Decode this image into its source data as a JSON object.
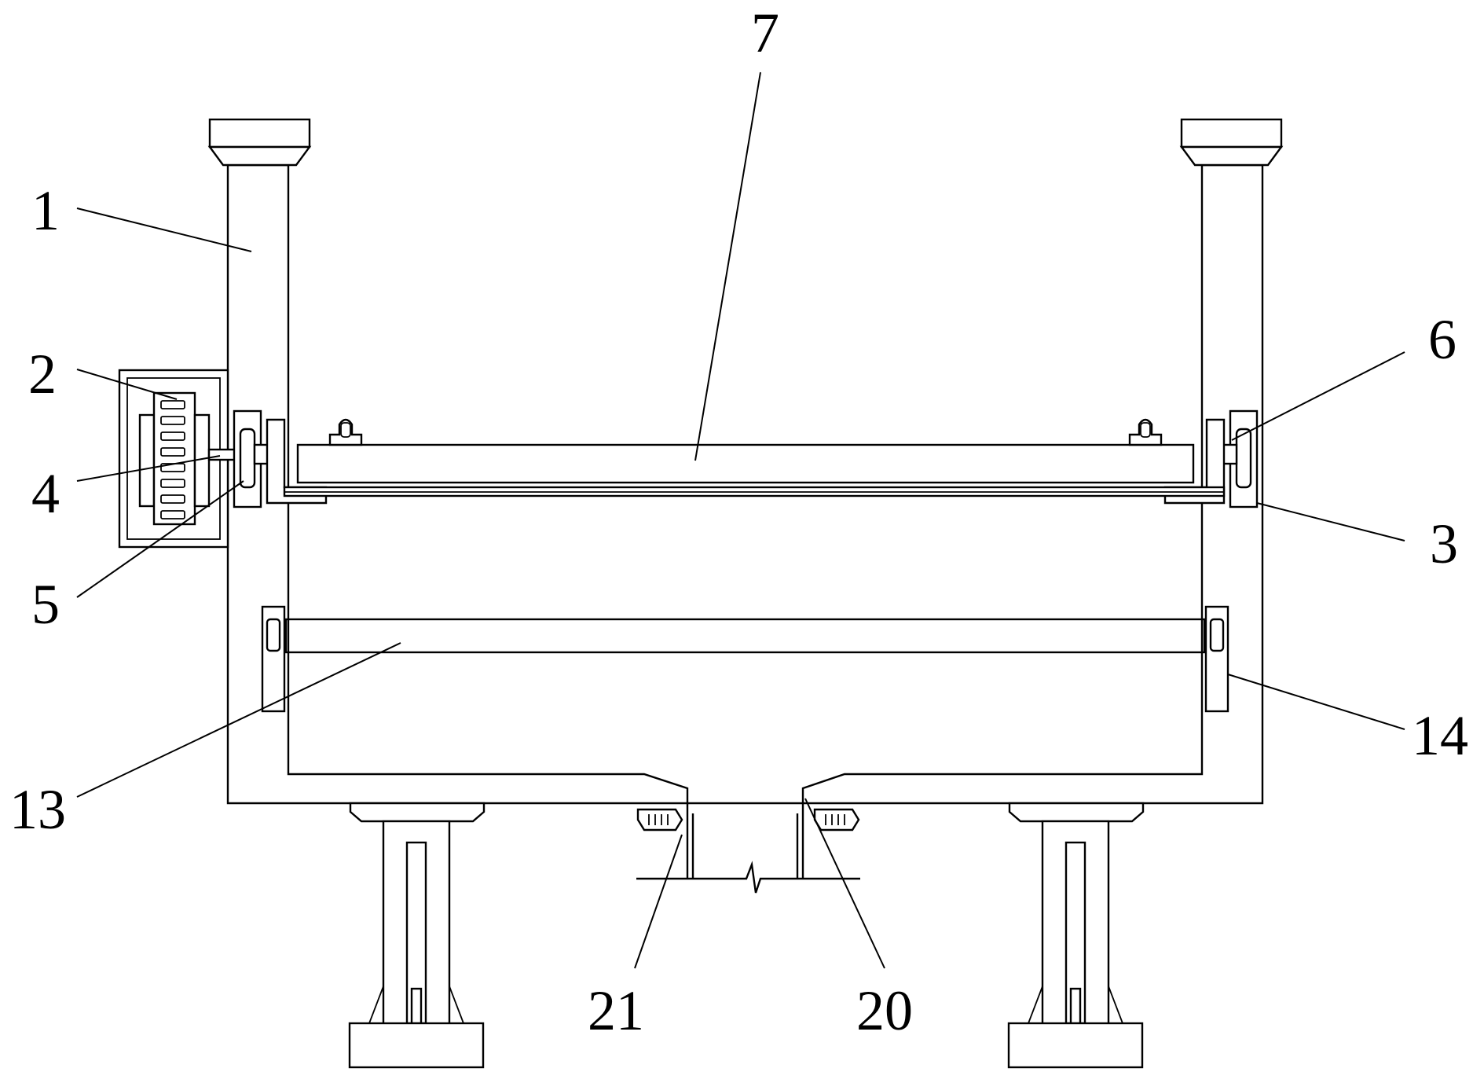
{
  "callouts": [
    {
      "id": "1",
      "text": "1"
    },
    {
      "id": "2",
      "text": "2"
    },
    {
      "id": "3",
      "text": "3"
    },
    {
      "id": "4",
      "text": "4"
    },
    {
      "id": "5",
      "text": "5"
    },
    {
      "id": "6",
      "text": "6"
    },
    {
      "id": "7",
      "text": "7"
    },
    {
      "id": "13",
      "text": "13"
    },
    {
      "id": "14",
      "text": "14"
    },
    {
      "id": "20",
      "text": "20"
    },
    {
      "id": "21",
      "text": "21"
    }
  ],
  "colors": {
    "stroke": "#000000",
    "background": "#ffffff",
    "stipple": "#000000"
  }
}
